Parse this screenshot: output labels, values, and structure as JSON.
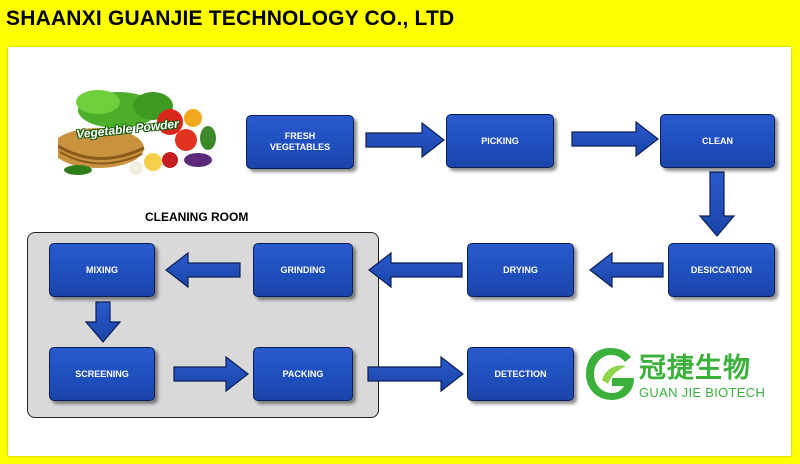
{
  "header": {
    "title": "SHAANXI GUANJIE TECHNOLOGY CO., LTD"
  },
  "illustration": {
    "label": "Vegetable Powder"
  },
  "cleaning_room": {
    "label": "CLEANING ROOM"
  },
  "steps": {
    "fresh": "FRESH\nVEGETABLES",
    "picking": "PICKING",
    "clean": "CLEAN",
    "desiccation": "DESICCATION",
    "drying": "DRYING",
    "grinding": "GRINDING",
    "mixing": "MIXING",
    "screening": "SCREENING",
    "packing": "PACKING",
    "detection": "DETECTION"
  },
  "logo": {
    "chinese": "冠捷生物",
    "english": "GUAN JIE BIOTECH"
  },
  "colors": {
    "background": "#ffff00",
    "box": "#1f4fbe",
    "room": "#d9d9d9",
    "logo": "#3bb13b"
  }
}
